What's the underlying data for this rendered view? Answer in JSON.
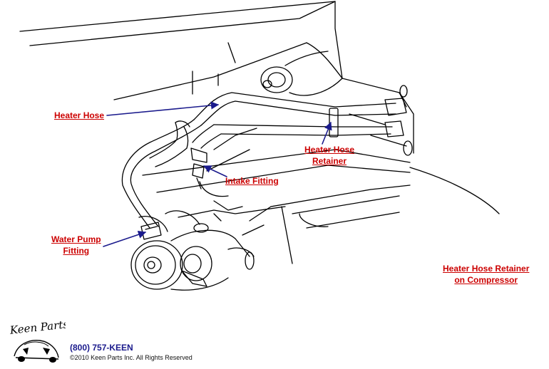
{
  "callouts": {
    "heater_hose": "Heater Hose",
    "heater_hose_retainer": [
      "Heater Hose",
      "Retainer"
    ],
    "intake_fitting": "Intake Fitting",
    "water_pump_fitting": [
      "Water Pump",
      "Fitting"
    ],
    "retainer_on_compressor": [
      "Heater Hose Retainer",
      "on Compressor"
    ]
  },
  "footer": {
    "logo_text": "Keen Parts",
    "phone": "(800) 757-KEEN",
    "copyright": "©2010 Keen Parts Inc. All Rights Reserved"
  },
  "colors": {
    "callout_text": "#cc0000",
    "arrow": "#1a1a8c",
    "line_art": "#000000",
    "phone_text": "#1a1a8c"
  }
}
